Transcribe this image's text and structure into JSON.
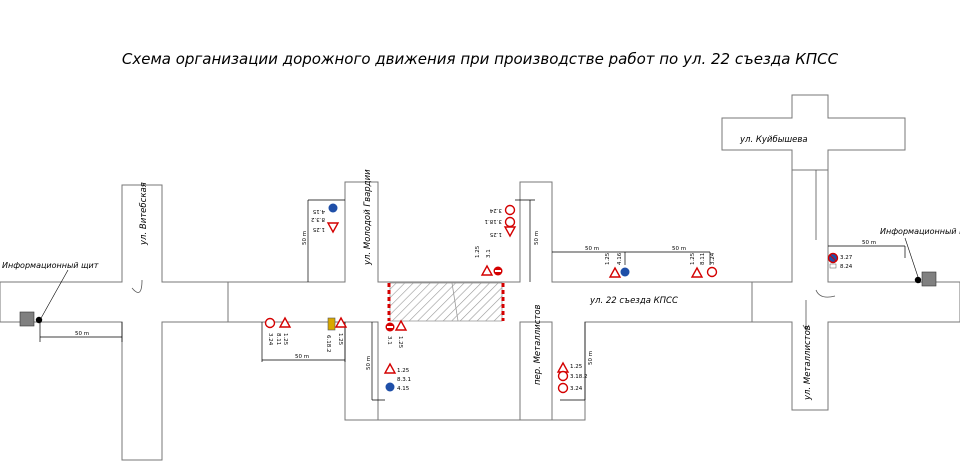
{
  "title": "Схема организации дорожного движения при производстве работ по ул. 22 съезда КПСС",
  "streets": {
    "vitebskaya": "ул. Витебская",
    "molodoy_gvardii": "ул. Молодой Гвардии",
    "kuybysheva": "ул. Куйбышева",
    "main": "ул. 22 съезда КПСС",
    "metallistov_lane": "пер. Металлистов",
    "metallistov": "ул. Металлистов"
  },
  "info_board_label": "Информационный щит",
  "distance_label": "50 m",
  "signs": {
    "s125": "1.25",
    "s31": "3.1",
    "s324": "3.24",
    "s811": "8.11",
    "s415": "4.15",
    "s416": "4.16",
    "s832": "8.3.2",
    "s831": "8.3.1",
    "s3181": "3.18.1",
    "s3182": "3.18.2",
    "s327": "3.27",
    "s824": "8.24",
    "s6182": "6.18.2"
  },
  "colors": {
    "road_edge": "#777777",
    "sign_red": "#d40000",
    "sign_blue": "#1f4fa8",
    "board": "#808080",
    "hatch": "#9a9a9a"
  }
}
